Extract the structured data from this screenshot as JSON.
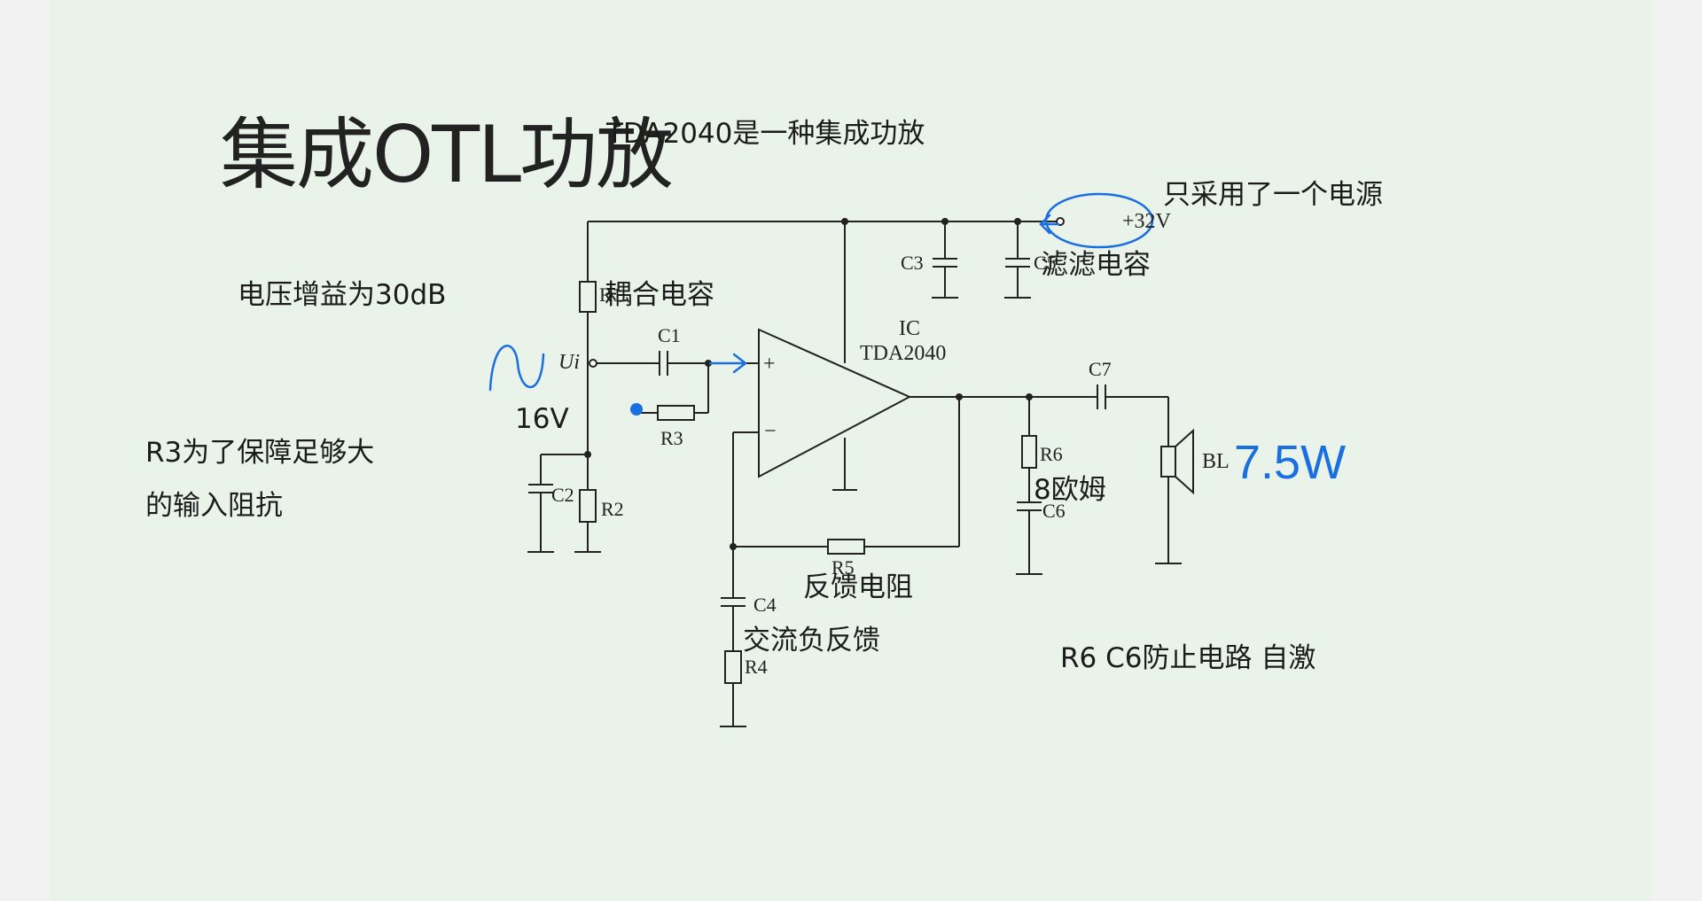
{
  "title": "集成OTL功放",
  "subtitle": "TDA2040是一种集成功放",
  "notes": {
    "single_supply": "只采用了一个电源",
    "filter_caps": "滤滤电容",
    "gain": "电压增益为30dB",
    "coupling_cap": "耦合电容",
    "bias_voltage": "16V",
    "r3_line1": "R3为了保障足够大",
    "r3_line2": "的输入阻抗",
    "speaker_impedance": "8欧姆",
    "feedback_resistor": "反馈电阻",
    "ac_feedback": "交流负反馈",
    "anti_oscillation": "R6 C6防止电路 自激",
    "power": "7.5W"
  },
  "schematic": {
    "supply": "+32V",
    "ic_name": "IC",
    "ic_model": "TDA2040",
    "input": "Ui",
    "speaker": "BL",
    "plus": "+",
    "minus": "−",
    "labels": {
      "R1": "R1",
      "R2": "R2",
      "R3": "R3",
      "R4": "R4",
      "R5": "R5",
      "R6": "R6",
      "C1": "C1",
      "C2": "C2",
      "C3": "C3",
      "C4": "C4",
      "C5": "C5",
      "C6": "C6",
      "C7": "C7"
    }
  },
  "colors": {
    "ink": "#1b1b1b",
    "handwriting": "#1a6fe0",
    "background": "#e9f3e9"
  }
}
